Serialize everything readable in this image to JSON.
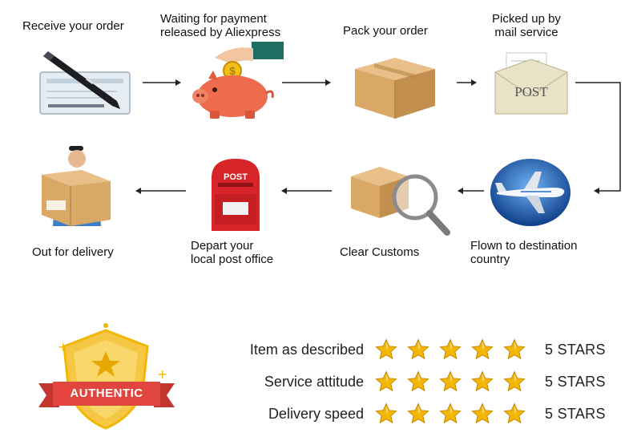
{
  "steps": [
    {
      "id": "receive",
      "line1": "Receive your order",
      "line2": ""
    },
    {
      "id": "payment",
      "line1": "Waiting for payment",
      "line2": "released by Aliexpress"
    },
    {
      "id": "pack",
      "line1": "Pack your order",
      "line2": ""
    },
    {
      "id": "pickup",
      "line1": "Picked up by",
      "line2": "mail service"
    },
    {
      "id": "flown",
      "line1": "Flown to destination",
      "line2": "country"
    },
    {
      "id": "customs",
      "line1": "Clear Customs",
      "line2": ""
    },
    {
      "id": "depart",
      "line1": "Depart your",
      "line2": "local post office"
    },
    {
      "id": "delivery",
      "line1": "Out for delivery",
      "line2": ""
    }
  ],
  "illustrations": {
    "envelope_text": "POST",
    "mailbox_text": "POST"
  },
  "badge": {
    "text": "AUTHENTIC",
    "icon": "shield-star-icon"
  },
  "ratings": [
    {
      "label": "Item as described",
      "stars": 5,
      "max_stars": 5,
      "value": "5 STARS"
    },
    {
      "label": "Service attitude",
      "stars": 5,
      "max_stars": 5,
      "value": "5 STARS"
    },
    {
      "label": "Delivery speed",
      "stars": 5,
      "max_stars": 5,
      "value": "5 STARS"
    }
  ],
  "colors": {
    "star": "#f2b705",
    "star_edge": "#c98a00",
    "arrow": "#222222",
    "ribbon": "#e2453e",
    "shield": "#f6c744",
    "piggy": "#ee6b4d",
    "box": "#d9a866",
    "mailbox": "#d8252a",
    "plane_bg": "#1d5fb8"
  }
}
